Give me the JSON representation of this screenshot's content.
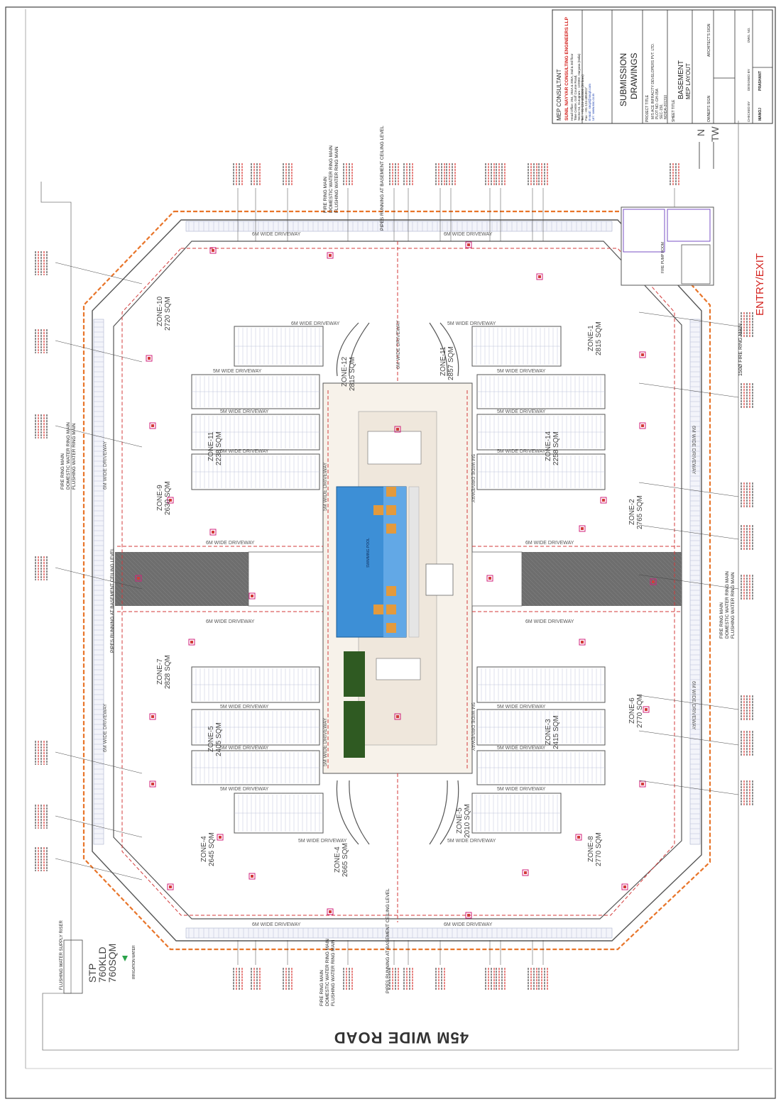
{
  "title_block": {
    "mep_consultant_heading": "MEP CONSULTANT",
    "firm_name": "SUNIL NAYYAR CONSULTING ENGINEERS LLP",
    "firm_address_lines": [
      "Head Office: 204, 204A & 205A, 2nd & 3rd floor",
      "Time Centre, Golf Course Road,",
      "Sector 54, Gurugram - 122002, Haryana (India)",
      "Tel : +91-124-4853000 (30 lines)",
      "Fax : +91-124-4853017",
      "E-mail : sncpl@sncpl.com",
      "Url : www.snc.co.in"
    ],
    "submission_line1": "SUBMISSION",
    "submission_line2": "DRAWINGS",
    "project_title_label": "PROJECT TITLE",
    "project_lines": [
      "M/S ACE INFRACITY DEVELOPERS PVT. LTD.",
      "PLOT NO.-GH-05A",
      "SEC-150,",
      "NOIDA-201310"
    ],
    "sheet_title_label": "SHEET TITLE",
    "sheet_title_line1": "BASEMENT",
    "sheet_title_line2": "MEP LAYOUT",
    "owners_sign": "OWNER'S SIGN",
    "architects_sign": "ARCHITECT'S SIGN",
    "checked_by_label": "CHECKED BY",
    "designed_by_label": "DESIGNED BY",
    "dwg_no_label": "DWG. NO.",
    "checked_by_value": "MANOJ",
    "designed_by_value": "PRASHANT"
  },
  "labels": {
    "road": "45M WIDE ROAD",
    "entry_exit": "ENTRY/EXIT",
    "north_arrow_top": "N",
    "north_arrow_bottom": "TW",
    "ring_main_1500": "150Ø FIRE RING MAIN",
    "stp_line1": "STP",
    "stp_line2": "760KLD",
    "stp_line3": "760SQM",
    "flushing_riser": "FLUSHING WATER SUPPLY RISER",
    "irrigation": "IRRIGATION WATER",
    "fire_ring_main": "FIRE RING MAIN",
    "domestic_ring_main": "DOMESTIC WATER RING MAIN",
    "flushing_ring_main": "FLUSHING WATER RING MAIN",
    "pipes_running": "PIPES RUNNING AT BASEMENT CEILING LEVEL",
    "fire_pump_room": "FIRE PUMP ROOM",
    "driveway_6m": "6M WIDE DRIVEWAY",
    "driveway_5m": "5M WIDE DRIVEWAY",
    "swimming_pool": "SWIMMING POOL"
  },
  "zones": [
    {
      "name": "ZONE-10",
      "area": "2720 SQM"
    },
    {
      "name": "ZONE-12",
      "area": "2815 SQM"
    },
    {
      "name": "ZONE-11",
      "area": "2857 SQM"
    },
    {
      "name": "ZONE-1",
      "area": "2815 SQM"
    },
    {
      "name": "ZONE-9",
      "area": "2630 SQM"
    },
    {
      "name": "ZONE-11",
      "area": "2238 SQM"
    },
    {
      "name": "ZONE-2",
      "area": "2765 SQM"
    },
    {
      "name": "ZONE-14",
      "area": "2258 SQM"
    },
    {
      "name": "ZONE-7",
      "area": "2828 SQM"
    },
    {
      "name": "ZONE-5",
      "area": "2405 SQM"
    },
    {
      "name": "ZONE-4",
      "area": "2645 SQM"
    },
    {
      "name": "ZONE-6",
      "area": "2770 SQM"
    },
    {
      "name": "ZONE-3",
      "area": "2415 SQM"
    },
    {
      "name": "ZONE-5",
      "area": "2010 SQM"
    },
    {
      "name": "ZONE-4",
      "area": "2665 SQM"
    },
    {
      "name": "ZONE-8",
      "area": "2770 SQM"
    }
  ],
  "colors": {
    "wall": "#555555",
    "boundary": "#e8752a",
    "redline": "#d33a3a",
    "pool": "#3d8fd6",
    "lawn": "#2f5a22",
    "ramp": "#6e6e6e",
    "parking": "#9aa3c4",
    "brand_red": "#d4231f"
  }
}
